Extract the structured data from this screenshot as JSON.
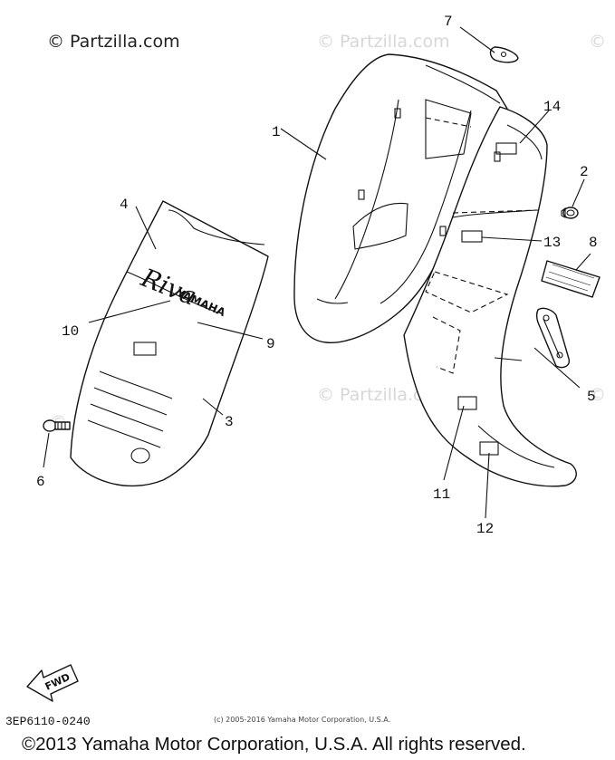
{
  "watermark": {
    "main": "© Partzilla.com",
    "faint": "© Partzilla.com",
    "faint_short": "© Partzilla.com",
    "faint_edge": "©"
  },
  "callouts": {
    "p1": "1",
    "p2": "2",
    "p3": "3",
    "p4": "4",
    "p5": "5",
    "p6": "6",
    "p7": "7",
    "p8": "8",
    "p9": "9",
    "p10": "10",
    "p11": "11",
    "p12": "12",
    "p13": "13",
    "p14": "14"
  },
  "emblem": {
    "script": "Riva",
    "brand": "YAMAHA"
  },
  "fwd_label": "FWD",
  "diagram_code": "3EP6110-0240",
  "small_copyright": "(c) 2005-2016 Yamaha Motor Corporation, U.S.A.",
  "footer_copyright": "©2013 Yamaha Motor Corporation, U.S.A. All rights reserved."
}
